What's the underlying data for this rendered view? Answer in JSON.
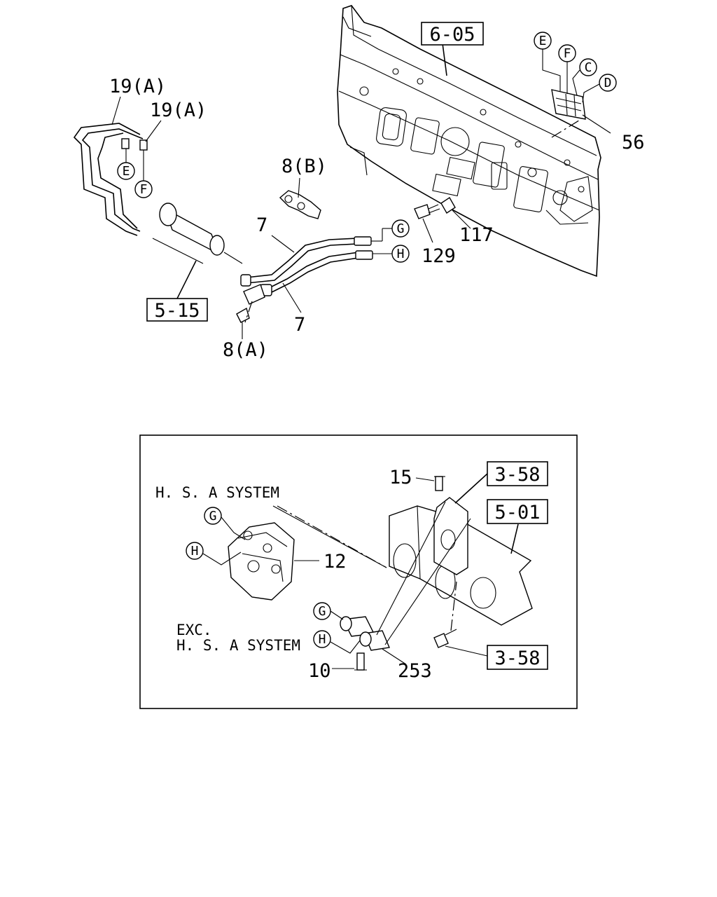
{
  "callouts": {
    "ref_6_05": "6-05",
    "ref_5_15": "5-15",
    "ref_3_58_top": "3-58",
    "ref_5_01": "5-01",
    "ref_3_58_bottom": "3-58"
  },
  "parts": {
    "p19a_1": "19(A)",
    "p19a_2": "19(A)",
    "p8b": "8(B)",
    "p7_top": "7",
    "p7_bottom": "7",
    "p8a": "8(A)",
    "p117": "117",
    "p129": "129",
    "p56": "56",
    "p15": "15",
    "p12": "12",
    "p10": "10",
    "p253": "253"
  },
  "markers": {
    "E_left": "E",
    "F_left": "F",
    "E_right": "E",
    "F_right": "F",
    "C": "C",
    "D": "D",
    "G_top": "G",
    "H_top": "H",
    "G_hsa": "G",
    "H_hsa": "H",
    "G_exc": "G",
    "H_exc": "H"
  },
  "inset": {
    "hsa_label": "H. S. A SYSTEM",
    "exc_line1": "EXC.",
    "exc_line2": "H. S. A SYSTEM"
  }
}
